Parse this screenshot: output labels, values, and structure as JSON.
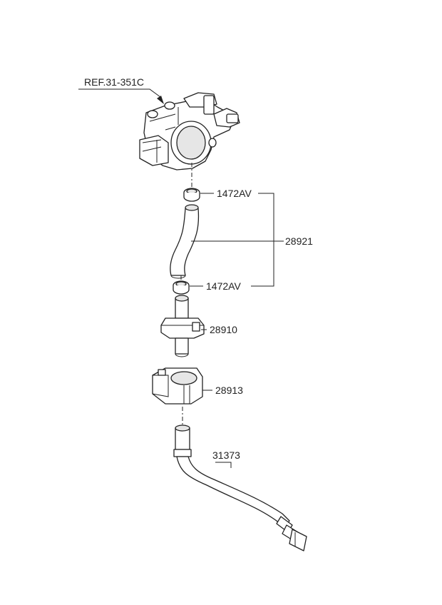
{
  "labels": {
    "ref": "REF.31-351C",
    "clamp_upper": "1472AV",
    "clamp_lower": "1472AV",
    "hose": "28921",
    "valve": "28910",
    "bracket": "28913",
    "pipe": "31373"
  },
  "colors": {
    "stroke": "#222222",
    "fill": "#ffffff",
    "shade": "#e6e6e6"
  }
}
